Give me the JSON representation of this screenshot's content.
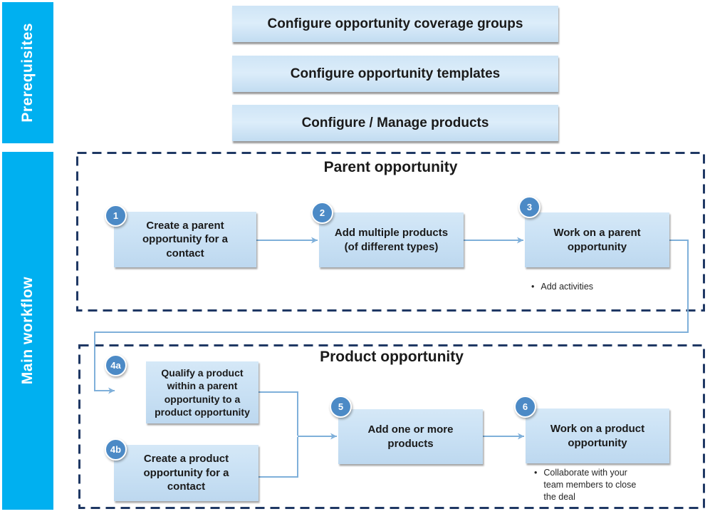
{
  "sidebar": {
    "prerequisites_label": "Prerequisites",
    "main_workflow_label": "Main workflow"
  },
  "prerequisites": {
    "items": [
      "Configure opportunity coverage groups",
      "Configure opportunity templates",
      "Configure / Manage products"
    ]
  },
  "sections": [
    {
      "title": "Parent opportunity",
      "steps": [
        {
          "number": "1",
          "label": "Create a parent\nopportunity for a\ncontact"
        },
        {
          "number": "2",
          "label": "Add multiple products\n(of different types)"
        },
        {
          "number": "3",
          "label": "Work on a parent\nopportunity",
          "notes": [
            "Add activities"
          ]
        }
      ]
    },
    {
      "title": "Product opportunity",
      "steps": [
        {
          "number": "4a",
          "label": "Qualify a product\nwithin a parent\nopportunity to a\nproduct opportunity"
        },
        {
          "number": "4b",
          "label": "Create a product\nopportunity for a\ncontact"
        },
        {
          "number": "5",
          "label": "Add one or more\nproducts"
        },
        {
          "number": "6",
          "label": "Work on a product\nopportunity",
          "notes": [
            "Collaborate with your\nteam members to close\nthe deal"
          ]
        }
      ]
    }
  ],
  "bullet_glyph": "•",
  "colors": {
    "sidebar_cyan": "#00b0f0",
    "dashed_border_navy": "#1f3864",
    "step_circle_blue": "#4c8ac6",
    "connector_blue": "#7fb0da",
    "box_fill_light": "#d5e8f7",
    "box_fill_dark": "#bdd8ef",
    "text_dark": "#1a1a1a"
  }
}
